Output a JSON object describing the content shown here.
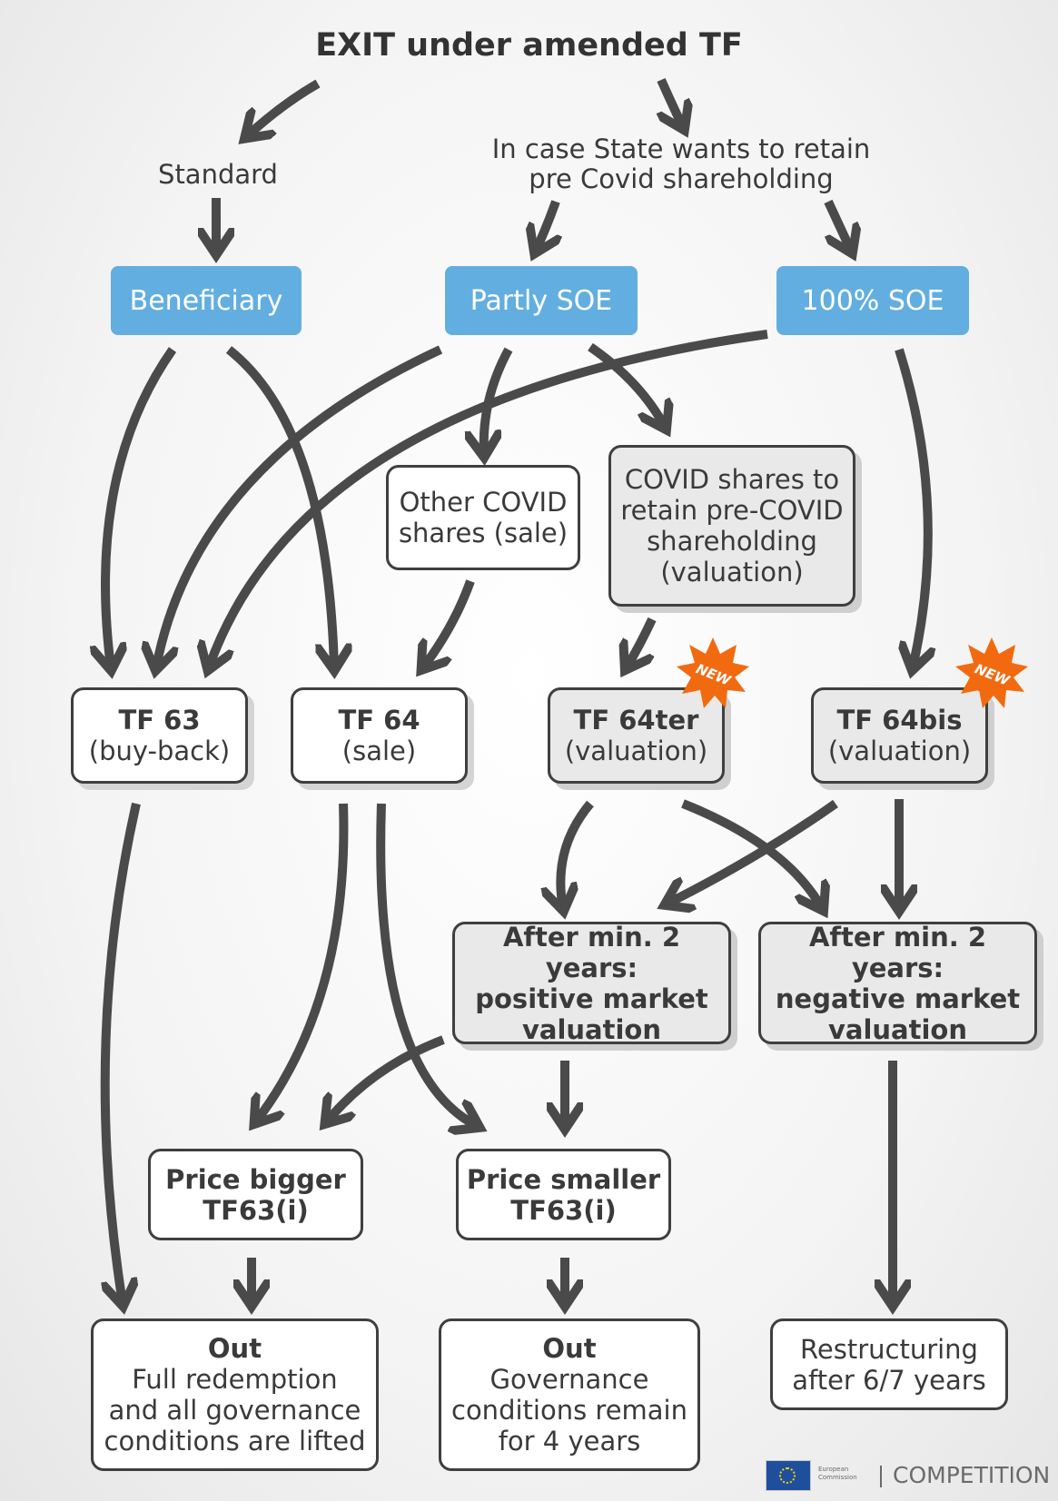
{
  "title": "EXIT under amended TF",
  "standard": "Standard",
  "retain": {
    "line1": "In case State wants to retain",
    "line2": "pre Covid shareholding"
  },
  "entities": {
    "beneficiary": "Beneficiary",
    "partly_soe": "Partly SOE",
    "soe100": "100% SOE"
  },
  "other_covid": {
    "line1": "Other COVID",
    "line2": "shares (sale)"
  },
  "covid_retain": {
    "line1": "COVID shares to",
    "line2": "retain pre-COVID",
    "line3": "shareholding",
    "line4": "(valuation)"
  },
  "tf63": {
    "name": "TF 63",
    "sub": "(buy-back)"
  },
  "tf64": {
    "name": "TF 64",
    "sub": "(sale)"
  },
  "tf64ter": {
    "name": "TF 64ter",
    "sub": "(valuation)"
  },
  "tf64bis": {
    "name": "TF 64bis",
    "sub": "(valuation)"
  },
  "new_badge": "NEW",
  "positive": {
    "line1": "After min. 2 years:",
    "line2": "positive market",
    "line3": "valuation"
  },
  "negative": {
    "line1": "After min. 2 years:",
    "line2": "negative market",
    "line3": "valuation"
  },
  "price_bigger": {
    "line1": "Price bigger",
    "line2": "TF63(i)"
  },
  "price_smaller": {
    "line1": "Price smaller",
    "line2": "TF63(i)"
  },
  "out1": {
    "title": "Out",
    "line1": "Full redemption",
    "line2": "and all governance",
    "line3": "conditions are lifted"
  },
  "out2": {
    "title": "Out",
    "line1": "Governance",
    "line2": "conditions remain",
    "line3": "for 4 years"
  },
  "restructuring": {
    "line1": "Restructuring",
    "line2": "after 6/7 years"
  },
  "footer": {
    "org_line1": "European",
    "org_line2": "Commission",
    "dept": "COMPETITION"
  },
  "colors": {
    "box_blue": "#62aee0",
    "badge_orange": "#f26a10",
    "arrow": "#4a4a4a"
  }
}
